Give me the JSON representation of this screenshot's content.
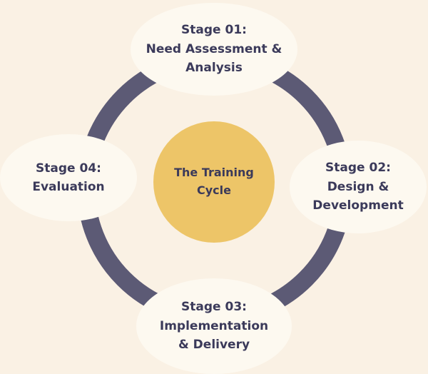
{
  "diagram": {
    "title": "The Training Cycle",
    "type": "cycle-diagram",
    "colors": {
      "background": "#FAF1E4",
      "ring": "#5C5A75",
      "center_fill": "#EDC568",
      "node_fill": "#FDF9F0",
      "text": "#3B3A5A"
    },
    "center": {
      "lines": [
        "The Training",
        "Cycle"
      ]
    },
    "stages": [
      {
        "position": "top",
        "lines": [
          "Stage 01:",
          "Need Assessment &",
          "Analysis"
        ]
      },
      {
        "position": "right",
        "lines": [
          "Stage 02:",
          "Design &",
          "Development"
        ]
      },
      {
        "position": "bottom",
        "lines": [
          "Stage 03:",
          "Implementation",
          "& Delivery"
        ]
      },
      {
        "position": "left",
        "lines": [
          "Stage 04:",
          "Evaluation"
        ]
      }
    ]
  }
}
